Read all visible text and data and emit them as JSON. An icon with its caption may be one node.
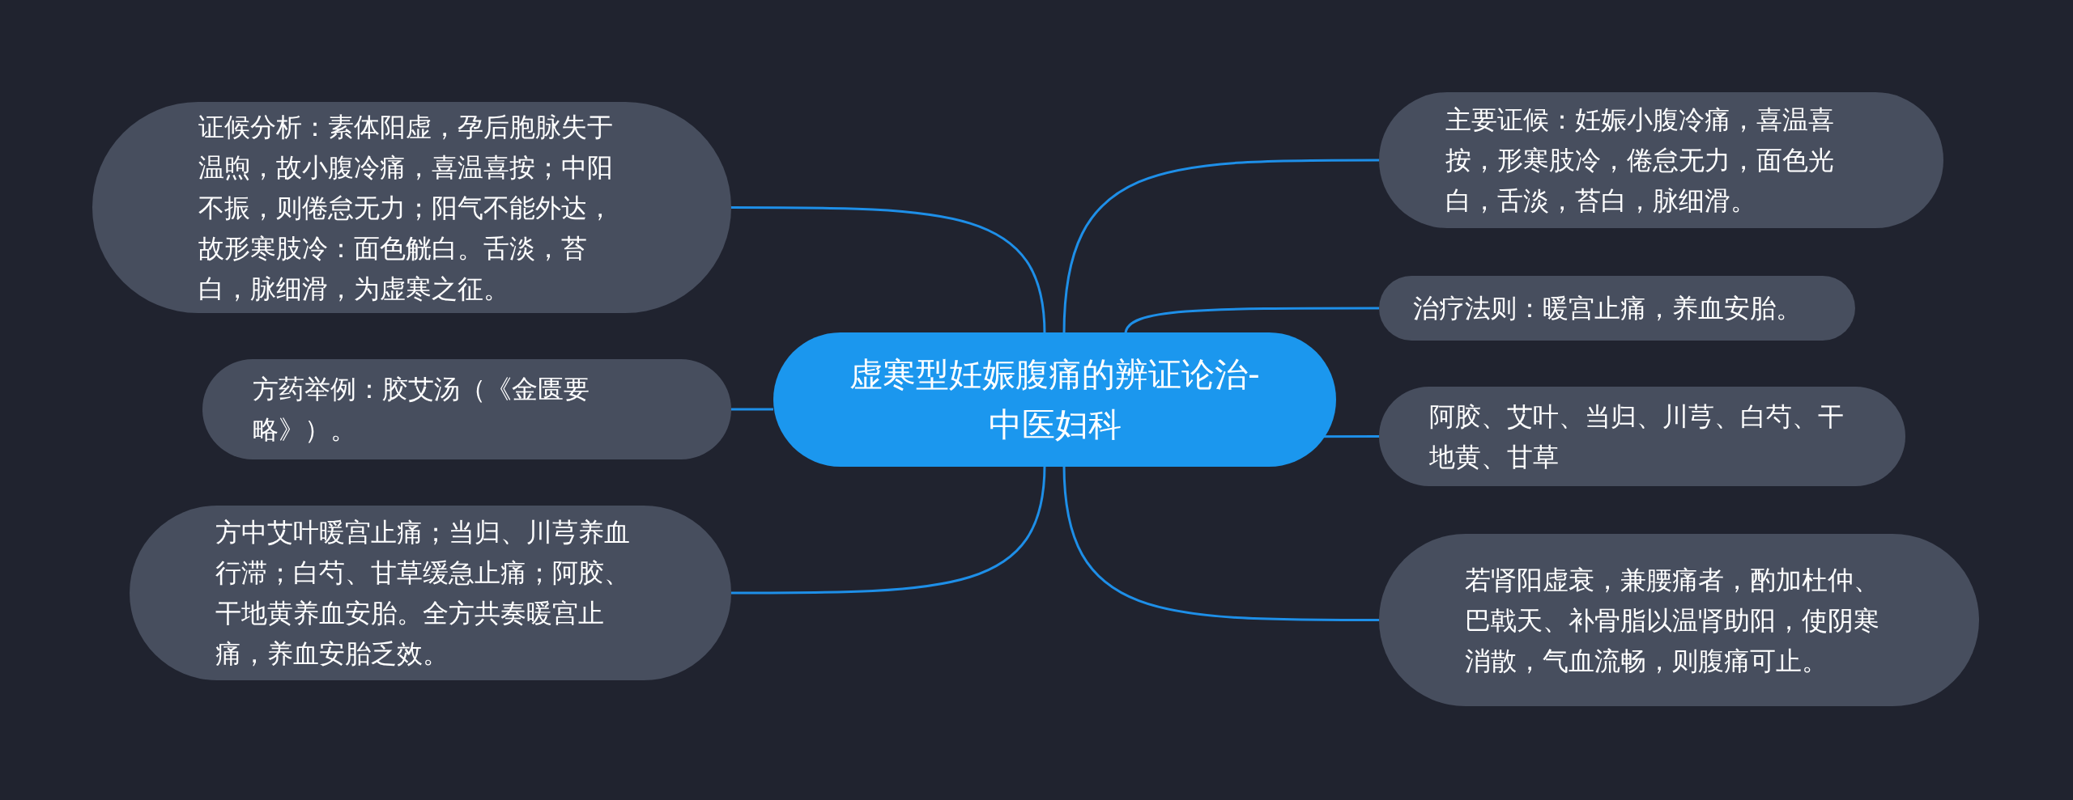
{
  "diagram": {
    "nodes": [
      {
        "text": [
          "虚寒型妊娠腹痛的辨证论治-中医妇科"
        ]
      },
      {
        "text": [
          "证候分析：素体阳虚，孕后胞脉失于温煦，故小腹冷痛，喜温喜按；中阳不振，则倦怠无力；阳气不能外达，故形寒肢冷：面色觥白。舌淡，苔白，脉细滑，为虚寒之征。"
        ]
      },
      {
        "text": [
          "方药举例：胶艾汤（《金匮要略》）。"
        ]
      },
      {
        "text": [
          "方中艾叶暖宫止痛；当归、川芎养血行滞；白芍、甘草缓急止痛；阿胶、干地黄养血安胎。全方共奏暖宫止痛，养血安胎乏效。"
        ]
      },
      {
        "text": [
          "主要证候：妊娠小腹冷痛，喜温喜按，形寒肢冷，倦怠无力，面色光白，舌淡，苔白，脉细滑。"
        ]
      },
      {
        "text": [
          "治疗法则：暖宫止痛，养血安胎。"
        ]
      },
      {
        "text": [
          "阿胶、艾叶、当归、川芎、白芍、干地黄、甘草"
        ]
      },
      {
        "text": [
          "若肾阳虚衰，兼腰痛者，酌加杜仲、巴戟天、补骨脂以温肾助阳，使阴寒消散，气血流畅，则腹痛可止。"
        ]
      }
    ],
    "edges": [
      {
        "from": 0,
        "to": 1,
        "arrow": "none"
      },
      {
        "from": 0,
        "to": 2,
        "arrow": "none"
      },
      {
        "from": 0,
        "to": 3,
        "arrow": "none"
      },
      {
        "from": 0,
        "to": 4,
        "arrow": "none"
      },
      {
        "from": 0,
        "to": 5,
        "arrow": "none"
      },
      {
        "from": 0,
        "to": 6,
        "arrow": "none"
      },
      {
        "from": 0,
        "to": 7,
        "arrow": "none"
      }
    ]
  }
}
